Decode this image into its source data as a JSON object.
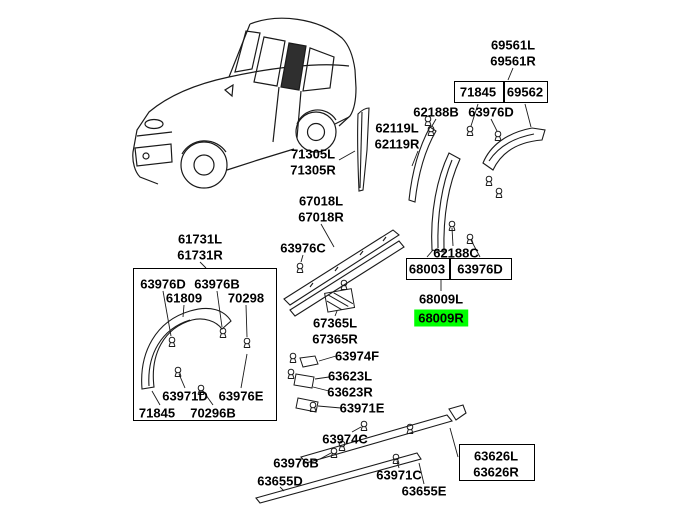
{
  "diagram": {
    "type": "exploded-parts-diagram",
    "subject": "vehicle body side mouldings, overfenders and sill garnish",
    "highlight": {
      "part": "68009R",
      "color": "#00ff00"
    },
    "line_color": "#1a1a1a",
    "labels": [
      {
        "part": "69561L"
      },
      {
        "part": "69561R"
      },
      {
        "part": "71845"
      },
      {
        "part": "69562"
      },
      {
        "part": "63976D"
      },
      {
        "part": "62188B"
      },
      {
        "part": "62119L"
      },
      {
        "part": "62119R"
      },
      {
        "part": "71305L"
      },
      {
        "part": "71305R"
      },
      {
        "part": "67018L"
      },
      {
        "part": "67018R"
      },
      {
        "part": "63976C"
      },
      {
        "part": "62188C"
      },
      {
        "part": "68003"
      },
      {
        "part": "63976D"
      },
      {
        "part": "68009L"
      },
      {
        "part": "68009R",
        "highlighted": true
      },
      {
        "part": "61731L"
      },
      {
        "part": "61731R"
      },
      {
        "part": "63976D"
      },
      {
        "part": "63976B"
      },
      {
        "part": "61809"
      },
      {
        "part": "70298"
      },
      {
        "part": "63971D"
      },
      {
        "part": "63976E"
      },
      {
        "part": "71845"
      },
      {
        "part": "70296B"
      },
      {
        "part": "67365L"
      },
      {
        "part": "67365R"
      },
      {
        "part": "63974F"
      },
      {
        "part": "63623L"
      },
      {
        "part": "63623R"
      },
      {
        "part": "63971E"
      },
      {
        "part": "63974C"
      },
      {
        "part": "63976B"
      },
      {
        "part": "63655D"
      },
      {
        "part": "63971C"
      },
      {
        "part": "63655E"
      },
      {
        "part": "63626L"
      },
      {
        "part": "63626R"
      }
    ]
  }
}
